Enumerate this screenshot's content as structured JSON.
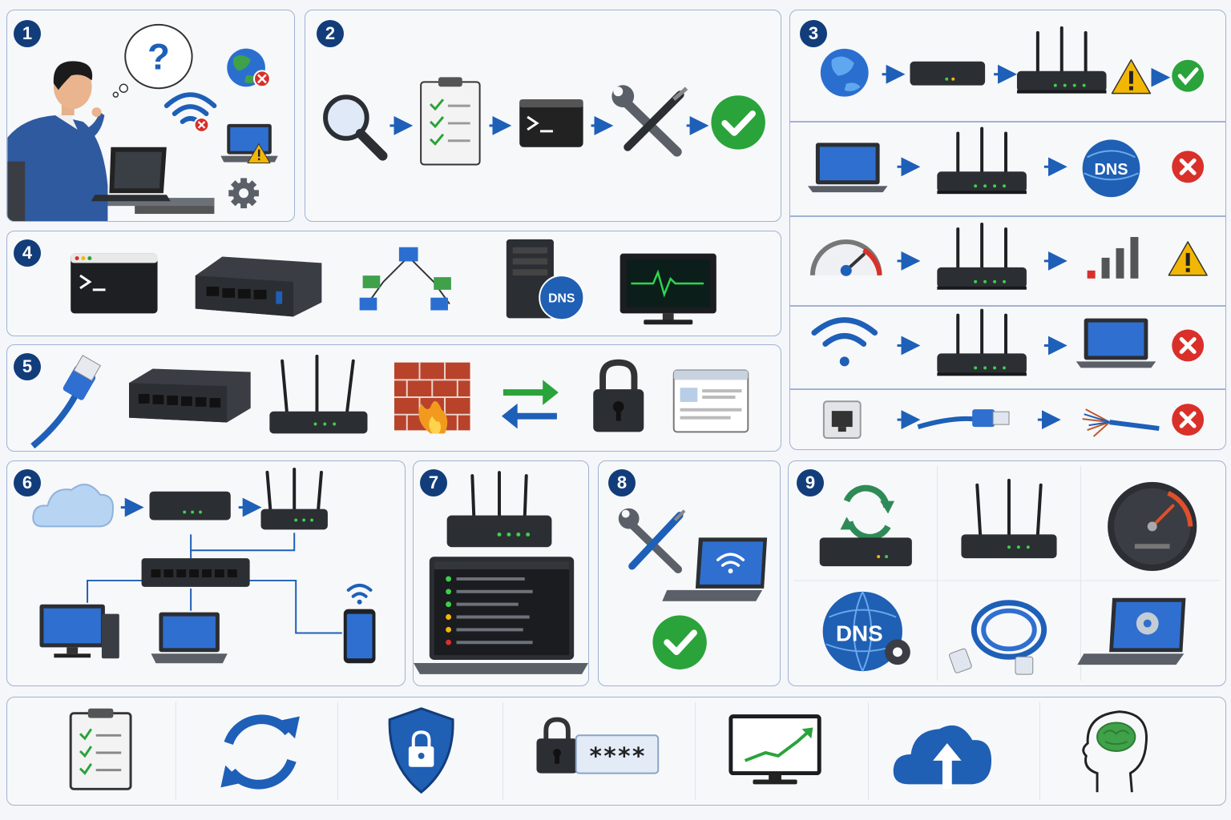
{
  "steps": [
    {
      "number": "1"
    },
    {
      "number": "2"
    },
    {
      "number": "3"
    },
    {
      "number": "4"
    },
    {
      "number": "5"
    },
    {
      "number": "6"
    },
    {
      "number": "7"
    },
    {
      "number": "8"
    },
    {
      "number": "9"
    }
  ],
  "labels": {
    "question_mark": "?",
    "dns": "DNS",
    "password_mask": "****"
  },
  "icons": {
    "step1": [
      "user-at-laptop",
      "thought-bubble-question",
      "globe-error",
      "wifi-error",
      "laptop-warning",
      "gear"
    ],
    "step2": [
      "magnifier",
      "checklist",
      "terminal",
      "wrench-screwdriver",
      "check-circle"
    ],
    "step3_rows": [
      [
        "globe",
        "modem",
        "router",
        "warning",
        "check-circle"
      ],
      [
        "laptop",
        "router",
        "dns-globe",
        "error-circle"
      ],
      [
        "speedometer",
        "router",
        "signal-bars",
        "warning"
      ],
      [
        "wifi",
        "router",
        "laptop",
        "error-circle"
      ],
      [
        "ethernet-port",
        "ethernet-cable",
        "broken-cable",
        "error-circle"
      ]
    ],
    "step4": [
      "terminal",
      "network-switch",
      "network-topology",
      "dns-server",
      "monitor-pulse"
    ],
    "step5": [
      "ethernet-cable",
      "network-switch",
      "router",
      "firewall",
      "transfer-arrows",
      "padlock",
      "browser-window"
    ],
    "step6": [
      "cloud",
      "modem",
      "router",
      "network-switch",
      "desktop",
      "laptop",
      "smartphone-wifi"
    ],
    "step7": [
      "router",
      "laptop-status-list"
    ],
    "step8": [
      "wrench-screwdriver",
      "laptop-wifi",
      "check-circle"
    ],
    "step9": [
      "router-restart",
      "router",
      "speedometer",
      "dns-gear",
      "ethernet-cable",
      "laptop-gear"
    ],
    "footer": [
      "checklist",
      "refresh",
      "shield-lock",
      "password-field",
      "monitor-trend",
      "cloud-upload",
      "brain-head"
    ]
  },
  "colors": {
    "navy": "#123d7a",
    "blue": "#1e5fb8",
    "green": "#2aa33a",
    "red": "#d9302a",
    "yellow": "#f2b705",
    "device": "#2b2e33"
  }
}
